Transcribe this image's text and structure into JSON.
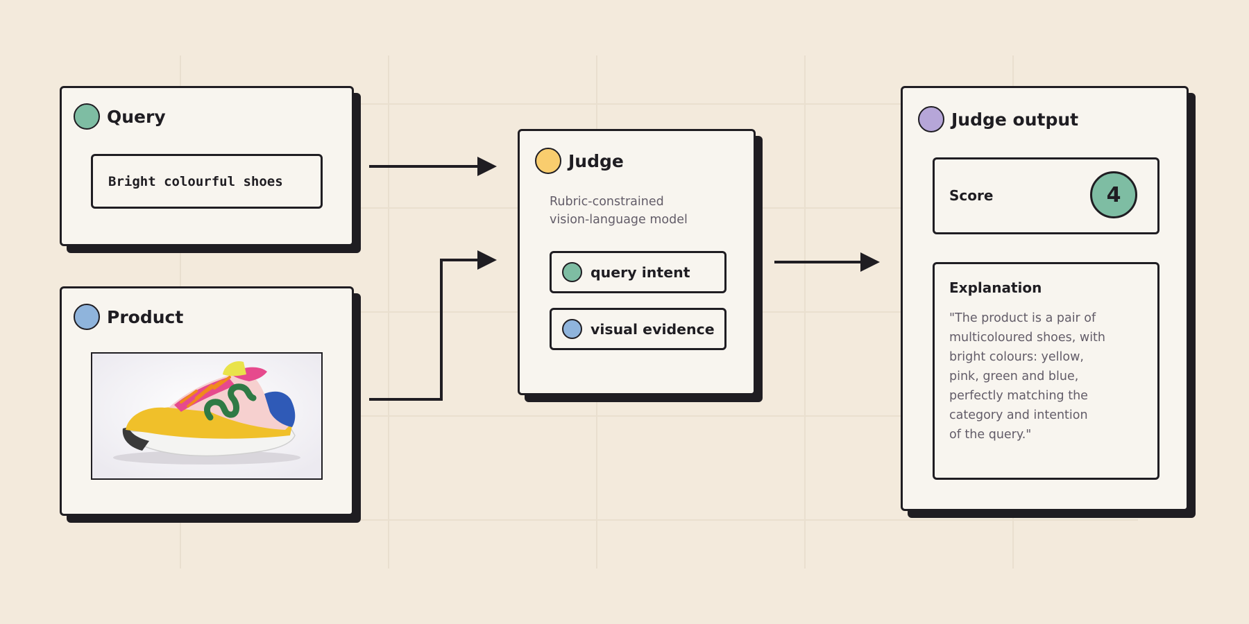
{
  "colors": {
    "background": "#f3eadc",
    "ink": "#1f1d22",
    "card": "#f8f5ef",
    "query_dot": "#7ebda3",
    "product_dot": "#8fb4dc",
    "judge_dot": "#f9cd6e",
    "output_dot": "#b6a6d8",
    "score_fill": "#7ebda3",
    "muted_text": "#625c68"
  },
  "query": {
    "title": "Query",
    "icon": "green-dot-icon",
    "text": "Bright colourful shoes"
  },
  "product": {
    "title": "Product",
    "icon": "blue-dot-icon",
    "image": "multicoloured-sneaker-image"
  },
  "judge": {
    "title": "Judge",
    "icon": "yellow-dot-icon",
    "description": "Rubric-constrained\nvision-language model",
    "inputs": [
      {
        "label": "query intent",
        "icon": "green-dot-icon"
      },
      {
        "label": "visual evidence",
        "icon": "blue-dot-icon"
      }
    ]
  },
  "output": {
    "title": "Judge output",
    "icon": "purple-dot-icon",
    "score_label": "Score",
    "score_value": "4",
    "explanation_title": "Explanation",
    "explanation_text": "\"The product is a pair of\nmulticoloured shoes, with\nbright colours: yellow,\npink, green and blue,\nperfectly matching the\ncategory and intention\nof the query.\""
  }
}
